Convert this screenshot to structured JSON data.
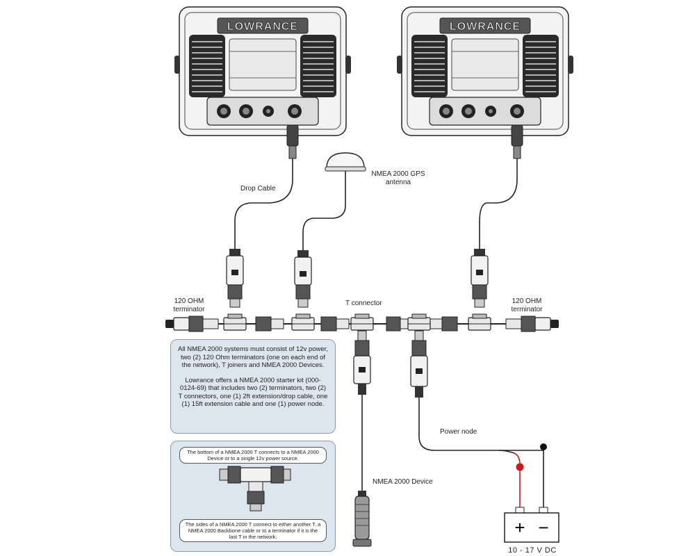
{
  "units": {
    "left_brand": "LOWRANCE",
    "right_brand": "LOWRANCE"
  },
  "labels": {
    "drop_cable": "Drop Cable",
    "gps_antenna_line1": "NMEA 2000 GPS",
    "gps_antenna_line2": "antenna",
    "left_terminator_line1": "120 OHM",
    "left_terminator_line2": "terminator",
    "t_connector": "T connector",
    "right_terminator_line1": "120 OHM",
    "right_terminator_line2": "terminator",
    "power_node": "Power node",
    "nmea_device": "NMEA 2000 Device",
    "voltage": "10 - 17 V DC",
    "battery_plus": "+",
    "battery_minus": "−"
  },
  "info_box": {
    "paragraph1": "All NMEA 2000 systems must consist of 12v power, two (2) 120 Ohm terminators (one on each end of the network), T joiners and NMEA 2000 Devices.",
    "paragraph2": "Lowrance offers a NMEA 2000 starter kit (000-0124-69) that includes two (2) terminators, two (2) T connectors, one (1) 2ft extension/drop cable, one (1) 15ft extension cable and one (1) power node."
  },
  "t_box": {
    "top_note": "The bottom of a NMEA 2000 T connects to a NMEA 2000 Device or to a single 12v power source.",
    "bottom_note": "The sides of a NMEA 2000 T connect to either another T, a NMEA 2000 Backbone cable or to a terminator if it is the last T in the network."
  },
  "colors": {
    "line": "#222222",
    "box_fill": "#dde5ee",
    "box_border": "#8a9bb0",
    "positive": "#d0161b",
    "negative": "#111111"
  }
}
